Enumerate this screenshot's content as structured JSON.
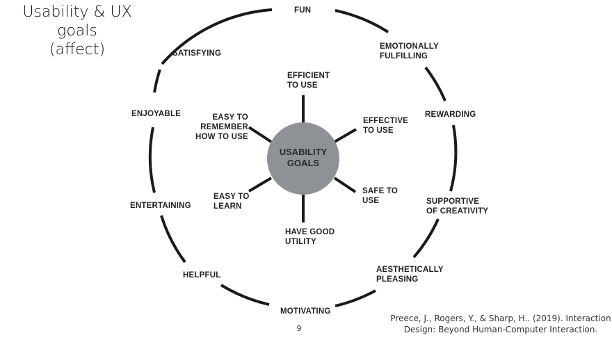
{
  "title": {
    "line1": "Usability & UX goals",
    "line2": "(affect)"
  },
  "center": {
    "label": "USABILITY\nGOALS",
    "fill": "#8e9297"
  },
  "usability_goals": [
    "EFFICIENT\nTO USE",
    "EFFECTIVE\nTO USE",
    "SAFE TO\nUSE",
    "HAVE GOOD\nUTILITY",
    "EASY TO\nLEARN",
    "EASY TO\nREMEMBER\nHOW TO USE"
  ],
  "ux_goals": [
    "FUN",
    "EMOTIONALLY\nFULFILLING",
    "REWARDING",
    "SUPPORTIVE\nOF CREATIVITY",
    "AESTHETICALLY\nPLEASING",
    "MOTIVATING",
    "HELPFUL",
    "ENTERTAINING",
    "ENJOYABLE",
    "SATISFYING"
  ],
  "citation": {
    "line1": "Preece, J., Rogers, Y., & Sharp, H.. (2019). Interaction",
    "line2": "Design: Beyond Human-Computer Interaction."
  },
  "page_number": "9",
  "colors": {
    "ink": "#1a1a1a",
    "circle_fill": "#8e9297"
  }
}
